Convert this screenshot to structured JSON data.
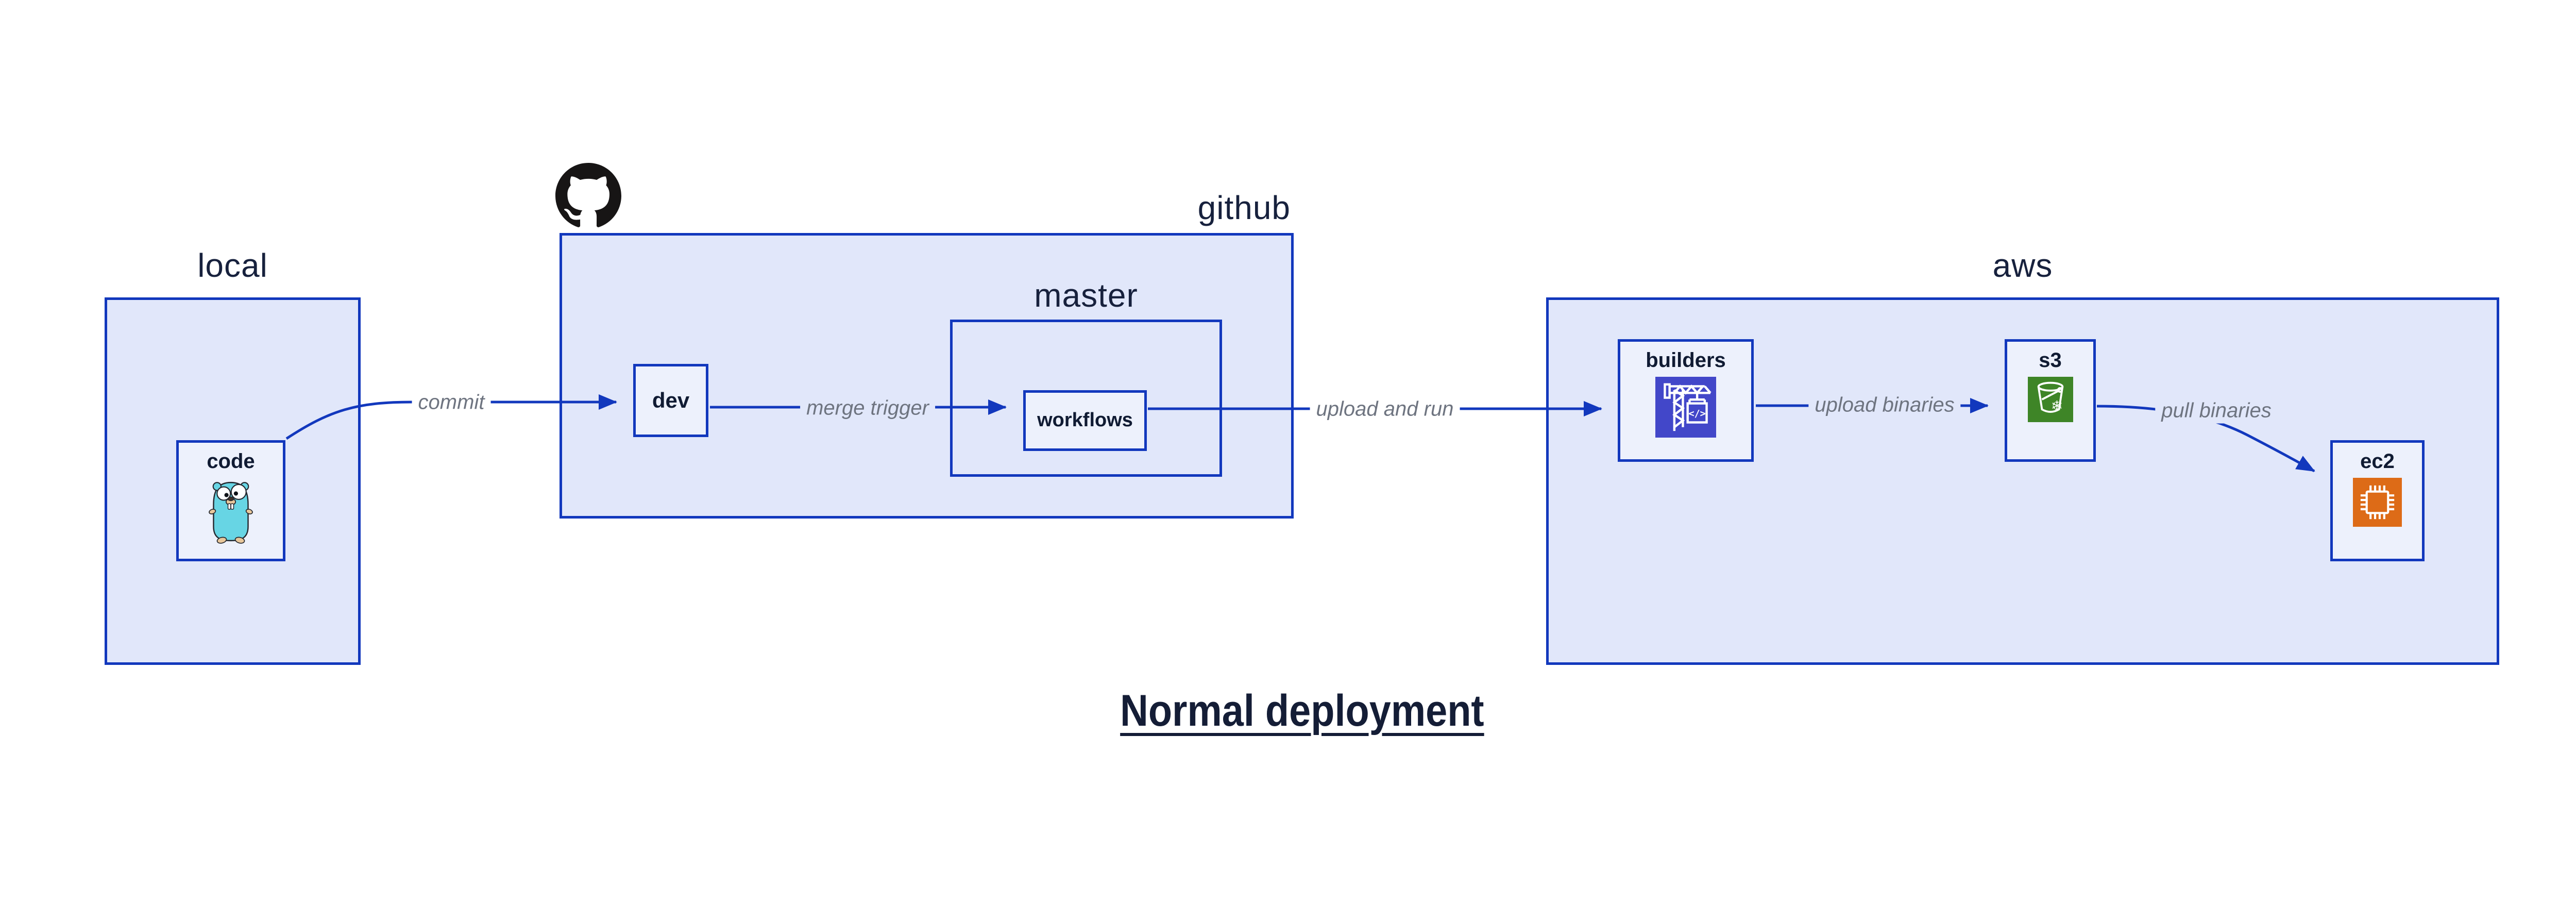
{
  "title": "Normal deployment",
  "groups": {
    "local": {
      "label": "local"
    },
    "github": {
      "label": "github",
      "icon": "github-octocat-icon"
    },
    "master": {
      "label": "master",
      "parent": "github"
    },
    "aws": {
      "label": "aws"
    }
  },
  "nodes": {
    "code": {
      "label": "code",
      "group": "local",
      "icon": "go-gopher-icon"
    },
    "dev": {
      "label": "dev",
      "group": "github"
    },
    "workflows": {
      "label": "workflows",
      "group": "master"
    },
    "builders": {
      "label": "builders",
      "group": "aws",
      "icon": "codebuild-crane-icon",
      "icon_glyph": "</>"
    },
    "s3": {
      "label": "s3",
      "group": "aws",
      "icon": "s3-bucket-snowflake-icon",
      "icon_glyph": "❄"
    },
    "ec2": {
      "label": "ec2",
      "group": "aws",
      "icon": "ec2-chip-icon"
    }
  },
  "edges": [
    {
      "label": "commit",
      "from": "code",
      "to": "dev"
    },
    {
      "label": "merge trigger",
      "from": "dev",
      "to": "workflows"
    },
    {
      "label": "upload and run",
      "from": "workflows",
      "to": "builders"
    },
    {
      "label": "upload binaries",
      "from": "builders",
      "to": "s3"
    },
    {
      "label": "pull binaries",
      "from": "s3",
      "to": "ec2"
    }
  ],
  "colors": {
    "box_border_blue": "#1238bd",
    "group_fill": "#e1e7fa",
    "node_fill": "#edf1fc",
    "arrow_blue": "#1238bd",
    "label_navy": "#17213d",
    "edge_label_gray": "#6e7480",
    "title_navy": "#141d36",
    "octocat_black": "#171515",
    "builders_icon_bg": "#4247c9",
    "s3_icon_bg": "#3e8527",
    "ec2_icon_bg": "#dd6b17",
    "gopher_teal": "#67d5e4"
  }
}
